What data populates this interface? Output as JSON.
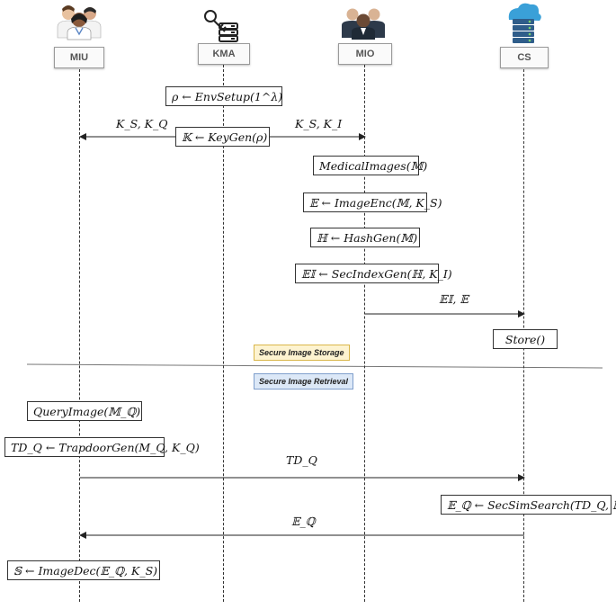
{
  "actors": [
    {
      "id": "miu",
      "label": "MIU",
      "icon": "doctors-icon"
    },
    {
      "id": "kma",
      "label": "KMA",
      "icon": "key-server-icon"
    },
    {
      "id": "mio",
      "label": "MIO",
      "icon": "business-people-icon"
    },
    {
      "id": "cs",
      "label": "CS",
      "icon": "cloud-server-icon"
    }
  ],
  "steps": {
    "envsetup": "ρ ← EnvSetup(1^λ)",
    "keygen": "𝕂 ← KeyGen(ρ)",
    "keys_to_miu": "K_S, K_Q",
    "keys_to_mio": "K_S, K_I",
    "medicalimages": "MedicalImages(𝕄)",
    "imageenc": "𝔼 ← ImageEnc(𝕄, K_S)",
    "hashgen": "ℍ ← HashGen(𝕄)",
    "secindexgen": "𝔼𝕀 ← SecIndexGen(ℍ, K_I)",
    "upload_label": "𝔼𝕀, 𝔼",
    "store": "Store()",
    "queryimage": "QueryImage(𝕄_ℚ)",
    "trapdoorgen": "TD_Q ← TrapdoorGen(M_Q, K_Q)",
    "td_label": "TD_Q",
    "secsimsearch": "𝔼_ℚ ← SecSimSearch(TD_Q, 𝔼𝕀, 𝔼)",
    "result_label": "𝔼_ℚ",
    "imagedec": "𝕊 ← ImageDec(𝔼_ℚ, K_S)"
  },
  "phases": {
    "storage": {
      "label": "Secure Image Storage",
      "bg": "#fdf3d0",
      "border": "#d9b64a"
    },
    "retrieval": {
      "label": "Secure Image Retrieval",
      "bg": "#dce8f7",
      "border": "#7f9fcc"
    }
  },
  "colors": {
    "line": "#222222",
    "cloud": "#3aa0d8",
    "server": "#2f5d8a"
  }
}
